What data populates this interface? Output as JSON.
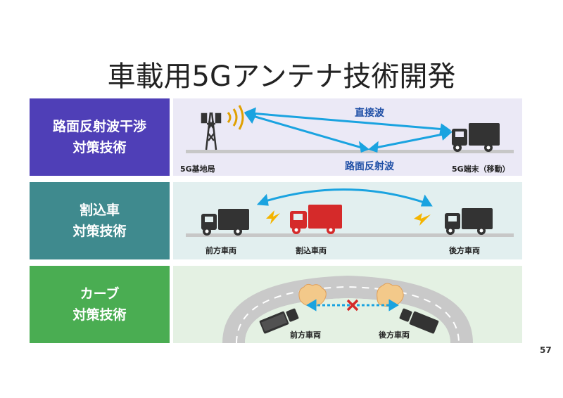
{
  "title": "車載用5Gアンテナ技術開発",
  "page_number": "57",
  "colors": {
    "row1": "#4f3fb7",
    "row2": "#3f8a8e",
    "row3": "#4aad52",
    "arrow": "#1aa3e0",
    "spark": "#f4b400"
  },
  "rows": [
    {
      "label_line1": "路面反射波干渉",
      "label_line2": "対策技術",
      "direct_wave": "直接波",
      "reflect_wave": "路面反射波",
      "base_station": "5G基地局",
      "terminal": "5G端末（移動）"
    },
    {
      "label_line1": "割込車",
      "label_line2": "対策技術",
      "front_vehicle": "前方車両",
      "cutin_vehicle": "割込車両",
      "rear_vehicle": "後方車両"
    },
    {
      "label_line1": "カーブ",
      "label_line2": "対策技術",
      "front_vehicle": "前方車両",
      "rear_vehicle": "後方車両"
    }
  ]
}
